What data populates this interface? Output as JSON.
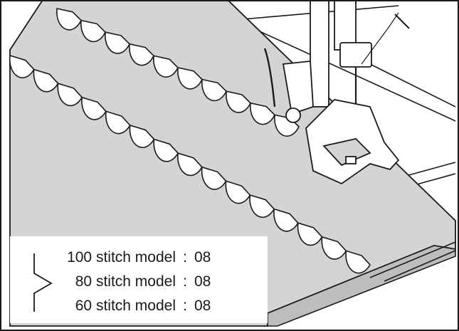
{
  "figure": {
    "subject_icons": {
      "stitch_pattern": "zigzag-stitch-icon",
      "scallop_stitch": "shell-tuck-stitch-icon",
      "presser_foot": "presser-foot-icon",
      "needle": "needle-icon"
    },
    "colors": {
      "fabric": "#d4d4d4",
      "scallop_fill": "#ffffff",
      "line": "#1a1a1a",
      "border": "#1a1a1a",
      "legend_background": "#ffffff"
    }
  },
  "legend": {
    "rows": [
      {
        "model": "100 stitch model",
        "separator": ":",
        "setting": "08"
      },
      {
        "model": "80 stitch model",
        "separator": ":",
        "setting": "08"
      },
      {
        "model": "60 stitch model",
        "separator": ":",
        "setting": "08"
      }
    ]
  }
}
